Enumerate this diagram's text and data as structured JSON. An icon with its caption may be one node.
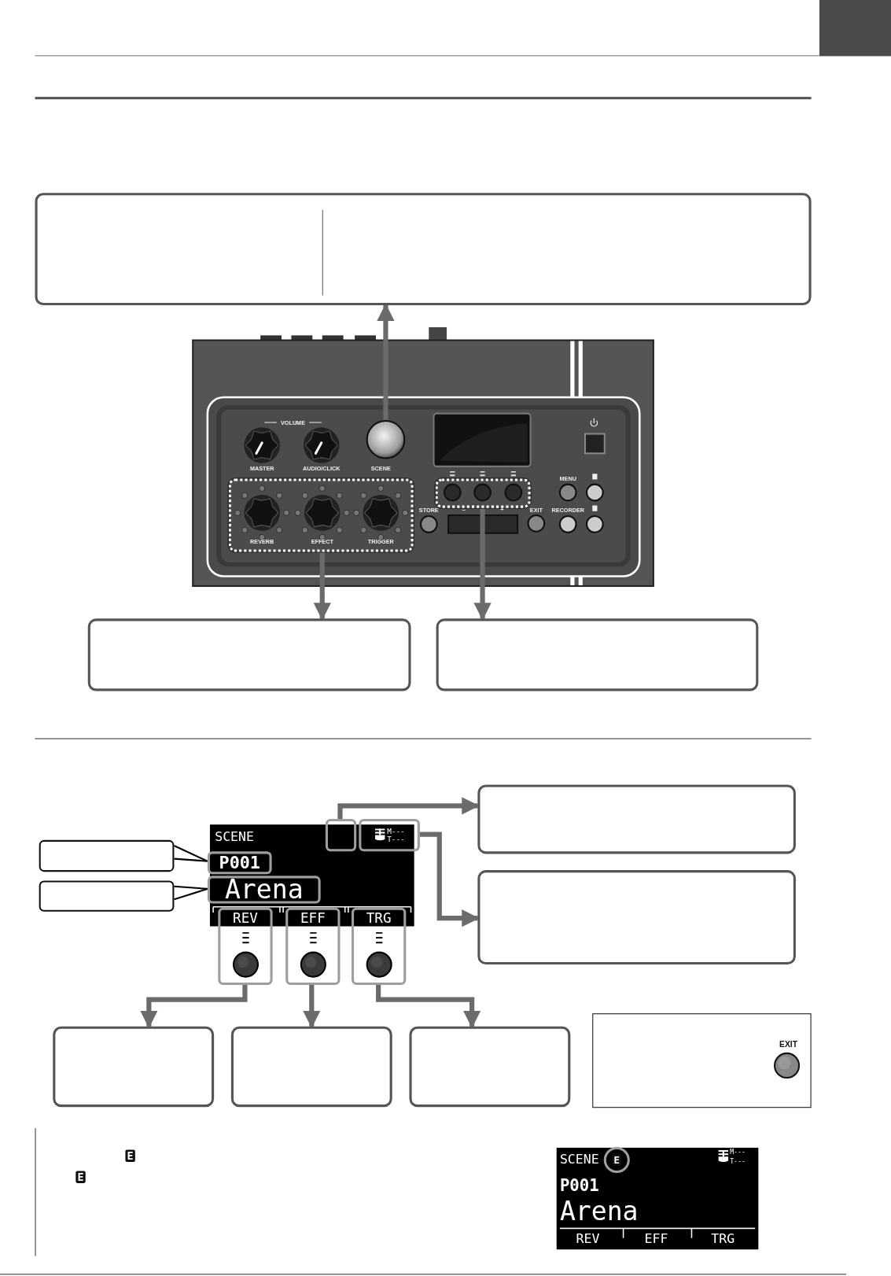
{
  "diagram": {
    "nodes": [
      {
        "text": [],
        "shape": "box"
      },
      {
        "text": [],
        "shape": "circle"
      },
      {
        "text": [],
        "shape": "box"
      },
      {
        "text": [],
        "shape": "box"
      },
      {
        "text": [],
        "shape": "box"
      },
      {
        "text": [],
        "shape": "box"
      },
      {
        "text": [],
        "shape": "box"
      },
      {
        "text": [],
        "shape": "box"
      },
      {
        "text": [
          "P001"
        ]
      },
      {
        "text": [
          "Arena"
        ]
      },
      {
        "text": [],
        "shape": "box"
      },
      {
        "text": [
          "M---",
          "T---"
        ]
      },
      {
        "text": [],
        "shape": "box"
      },
      {
        "text": [],
        "shape": "box"
      },
      {
        "text": [
          "REV"
        ]
      },
      {
        "text": [
          "EFF"
        ]
      },
      {
        "text": [
          "TRG"
        ]
      },
      {
        "text": [],
        "shape": "box"
      },
      {
        "text": [],
        "shape": "box"
      },
      {
        "text": [],
        "shape": "box"
      },
      {
        "text": [
          "EXIT"
        ]
      }
    ],
    "edges": [
      {
        "from": 1,
        "to": 0,
        "arrow": "to"
      },
      {
        "from": 2,
        "to": 4,
        "arrow": "to"
      },
      {
        "from": 3,
        "to": 5,
        "arrow": "to"
      },
      {
        "from": 6,
        "to": 8,
        "arrow": "none",
        "color": "#000000"
      },
      {
        "from": 7,
        "to": 9,
        "arrow": "none",
        "color": "#000000"
      },
      {
        "from": 10,
        "to": 12,
        "arrow": "to"
      },
      {
        "from": 11,
        "to": 13,
        "arrow": "to"
      },
      {
        "from": 14,
        "to": 17,
        "arrow": "to"
      },
      {
        "from": 15,
        "to": 18,
        "arrow": "to"
      },
      {
        "from": 16,
        "to": 19,
        "arrow": "to"
      }
    ],
    "labels": [
      "VOLUME",
      "MASTER",
      "AUDIO/CLICK",
      "SCENE",
      "MENU",
      "REVERB",
      "EFFECT",
      "TRIGGER",
      "STORE",
      "–",
      "+",
      "EXIT",
      "RECORDER",
      "SCENE",
      "E",
      "E",
      "SCENE",
      "E",
      "M---",
      "T---",
      "P001",
      "Arena",
      "REV",
      "EFF",
      "TRG"
    ]
  }
}
